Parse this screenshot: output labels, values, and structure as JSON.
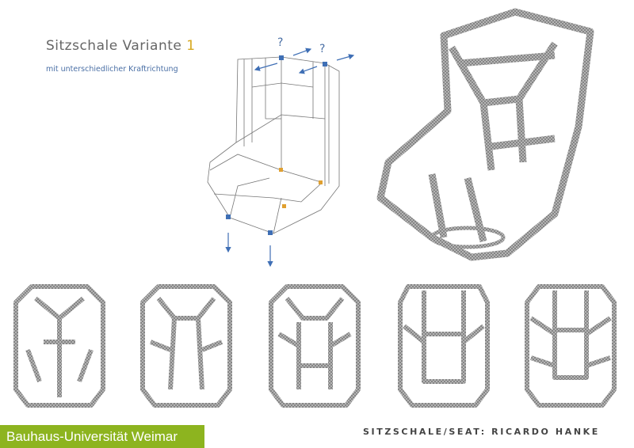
{
  "title": {
    "text": "Sitzschale  Variante ",
    "number": "1"
  },
  "subtitle": "mit unterschiedlicher Kraftrichtung",
  "wireframe": {
    "markers": [
      "?",
      "?"
    ]
  },
  "footer": {
    "university": "Bauhaus-Universität Weimar",
    "credit": "SITZSCHALE/SEAT: RICARDO HANKE"
  },
  "colors": {
    "accent_green": "#8db41f",
    "title_number": "#d7a81f",
    "arrow_blue": "#3f6fb5",
    "node_orange": "#e0a030"
  },
  "variants": [
    "variant-1",
    "variant-2",
    "variant-3",
    "variant-4",
    "variant-5"
  ]
}
